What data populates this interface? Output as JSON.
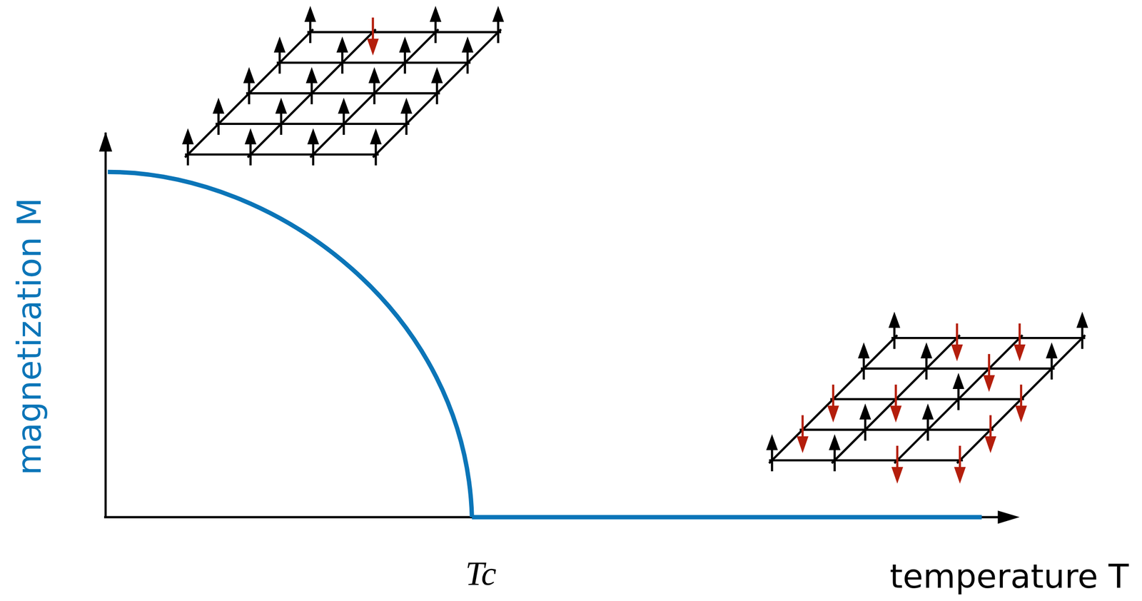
{
  "diagram": {
    "labels": [
      "magnetization M",
      "Tc",
      "temperature T"
    ]
  }
}
